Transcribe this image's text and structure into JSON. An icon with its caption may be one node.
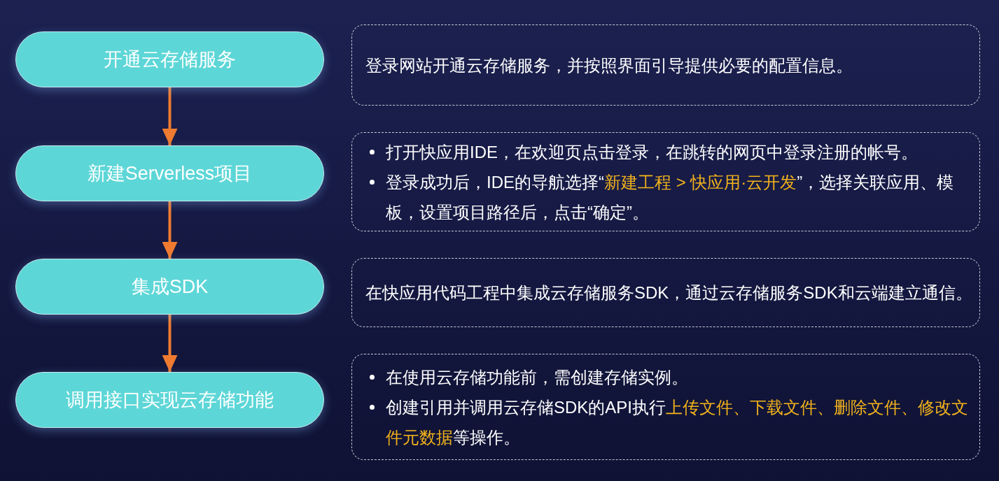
{
  "diagram": {
    "nodes": [
      {
        "text": [
          "开通云存储服务"
        ]
      },
      {
        "text": [
          "登录网站开通云存储服务，并按照界面引导提供必要的配置信息。"
        ]
      },
      {
        "text": [
          "新建Serverless项目"
        ]
      },
      {
        "text": [
          "打开快应用IDE，在欢迎页点击登录，在跳转的网页中登录注册的帐号。",
          "登录成功后，IDE的导航选择“**新建工程 > 快应用·云开发**”，选择关联应用、模板，设置项目路径后，点击“确定”。"
        ]
      },
      {
        "text": [
          "集成SDK"
        ]
      },
      {
        "text": [
          "在快应用代码工程中集成云存储服务SDK，通过云存储服务SDK和云端建立通信。"
        ]
      },
      {
        "text": [
          "调用接口实现云存储功能"
        ]
      },
      {
        "text": [
          "在使用云存储功能前，需创建存储实例。",
          "创建引用并调用云存储SDK的API执行**上传文件、下载文件、删除文件、修改文件元数据**等操作。"
        ]
      }
    ],
    "edges": [
      {
        "from": 0,
        "to": 2,
        "arrow": "to"
      },
      {
        "from": 2,
        "to": 4,
        "arrow": "to"
      },
      {
        "from": 4,
        "to": 6,
        "arrow": "to"
      }
    ]
  }
}
